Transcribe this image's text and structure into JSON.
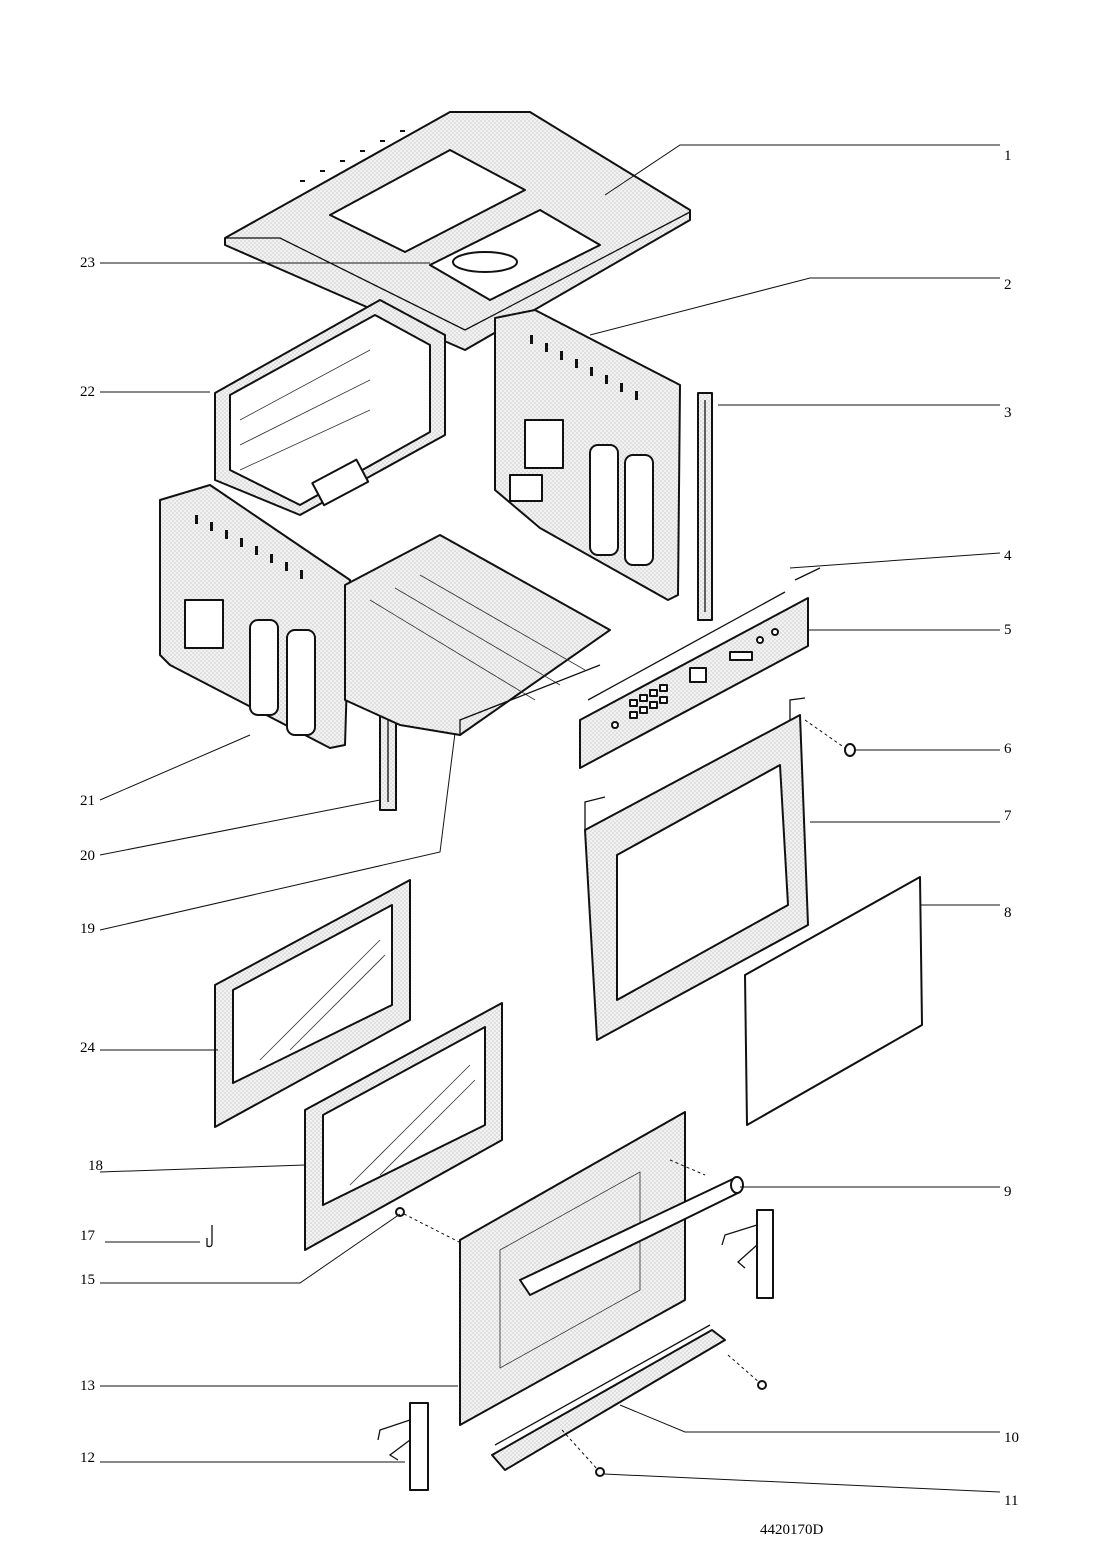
{
  "diagram": {
    "drawing_number": "4420170D",
    "callouts": [
      "1",
      "2",
      "3",
      "4",
      "5",
      "6",
      "7",
      "8",
      "9",
      "10",
      "11",
      "12",
      "13",
      "15",
      "17",
      "18",
      "19",
      "20",
      "21",
      "22",
      "23",
      "24"
    ]
  }
}
